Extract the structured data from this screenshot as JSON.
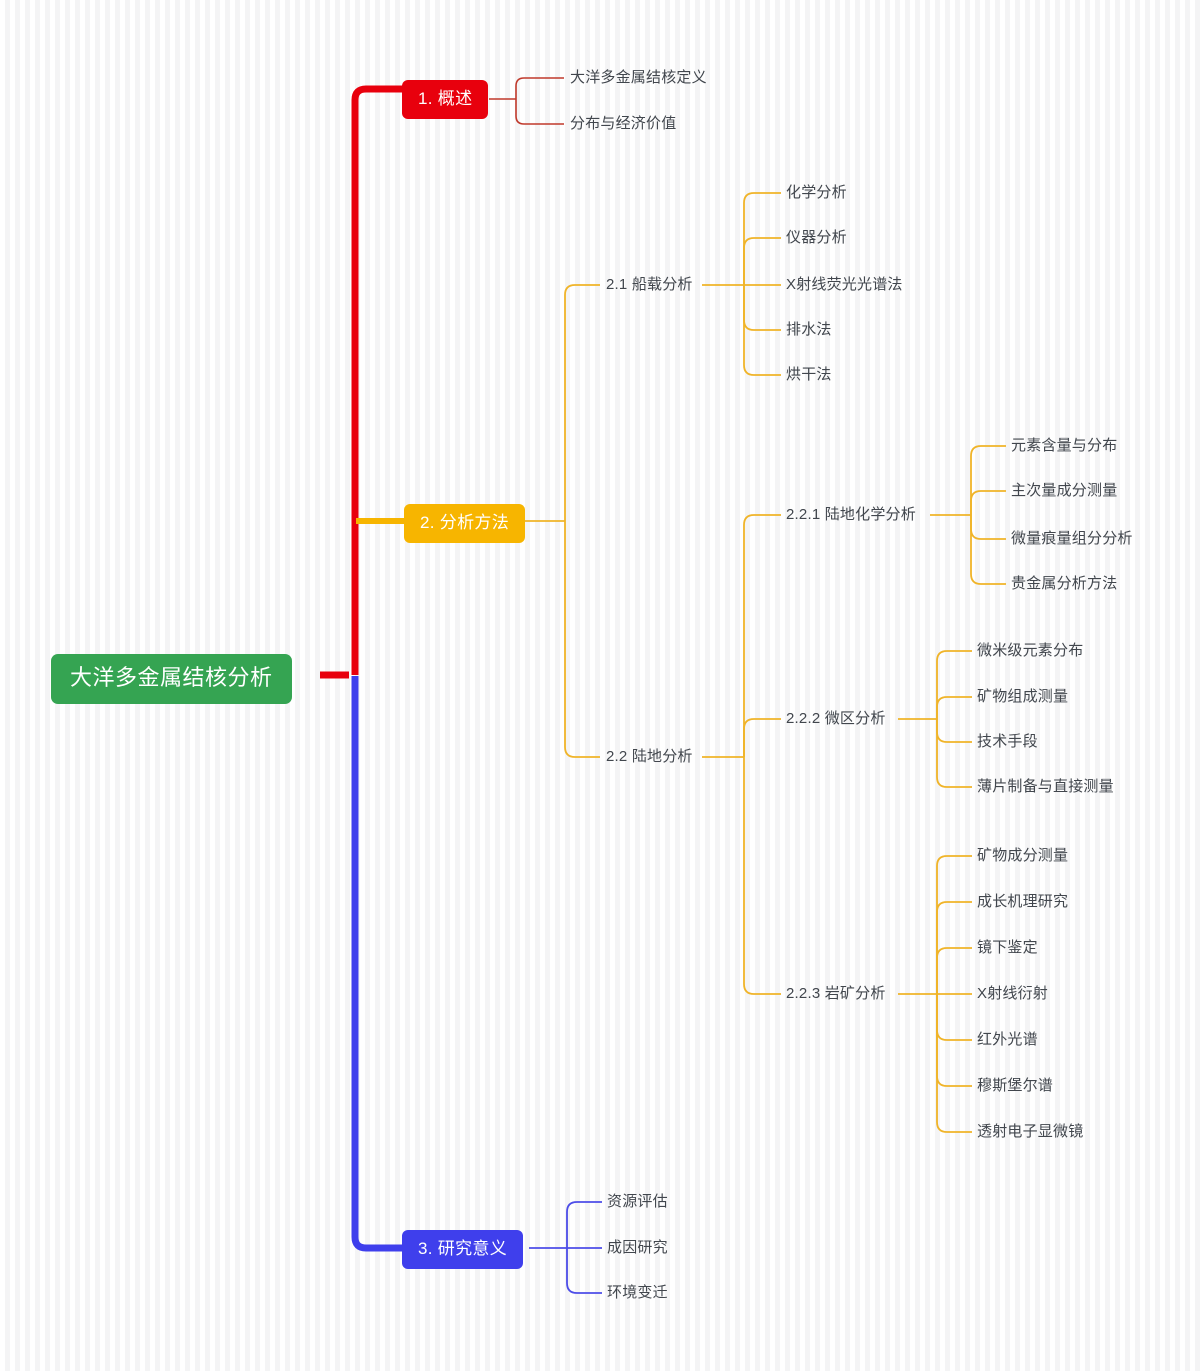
{
  "diagram": {
    "type": "mindmap",
    "root": {
      "label": "大洋多金属结核分析",
      "color": "#35a452"
    },
    "branches": [
      {
        "label": "1. 概述",
        "color": "#e8000d",
        "children": [
          {
            "label": "大洋多金属结核定义"
          },
          {
            "label": "分布与经济价值"
          }
        ]
      },
      {
        "label": "2. 分析方法",
        "color": "#f7b500",
        "children": [
          {
            "label": "2.1 船载分析",
            "children": [
              {
                "label": "化学分析"
              },
              {
                "label": "仪器分析"
              },
              {
                "label": "X射线荧光光谱法"
              },
              {
                "label": "排水法"
              },
              {
                "label": "烘干法"
              }
            ]
          },
          {
            "label": "2.2 陆地分析",
            "children": [
              {
                "label": "2.2.1 陆地化学分析",
                "children": [
                  {
                    "label": "元素含量与分布"
                  },
                  {
                    "label": "主次量成分测量"
                  },
                  {
                    "label": "微量痕量组分分析"
                  },
                  {
                    "label": "贵金属分析方法"
                  }
                ]
              },
              {
                "label": "2.2.2 微区分析",
                "children": [
                  {
                    "label": "微米级元素分布"
                  },
                  {
                    "label": "矿物组成测量"
                  },
                  {
                    "label": "技术手段"
                  },
                  {
                    "label": "薄片制备与直接测量"
                  }
                ]
              },
              {
                "label": "2.2.3 岩矿分析",
                "children": [
                  {
                    "label": "矿物成分测量"
                  },
                  {
                    "label": "成长机理研究"
                  },
                  {
                    "label": "镜下鉴定"
                  },
                  {
                    "label": "X射线衍射"
                  },
                  {
                    "label": "红外光谱"
                  },
                  {
                    "label": "穆斯堡尔谱"
                  },
                  {
                    "label": "透射电子显微镜"
                  }
                ]
              }
            ]
          }
        ]
      },
      {
        "label": "3. 研究意义",
        "color": "#3f3fec",
        "children": [
          {
            "label": "资源评估"
          },
          {
            "label": "成因研究"
          },
          {
            "label": "环境变迁"
          }
        ]
      }
    ]
  },
  "nodes": {
    "root": "大洋多金属结核分析",
    "b1": "1. 概述",
    "b1c1": "大洋多金属结核定义",
    "b1c2": "分布与经济价值",
    "b2": "2. 分析方法",
    "b2_1": "2.1 船载分析",
    "b2_1c1": "化学分析",
    "b2_1c2": "仪器分析",
    "b2_1c3": "X射线荧光光谱法",
    "b2_1c4": "排水法",
    "b2_1c5": "烘干法",
    "b2_2": "2.2 陆地分析",
    "b2_2_1": "2.2.1 陆地化学分析",
    "b2_2_1c1": "元素含量与分布",
    "b2_2_1c2": "主次量成分测量",
    "b2_2_1c3": "微量痕量组分分析",
    "b2_2_1c4": "贵金属分析方法",
    "b2_2_2": "2.2.2 微区分析",
    "b2_2_2c1": "微米级元素分布",
    "b2_2_2c2": "矿物组成测量",
    "b2_2_2c3": "技术手段",
    "b2_2_2c4": "薄片制备与直接测量",
    "b2_2_3": "2.2.3 岩矿分析",
    "b2_2_3c1": "矿物成分测量",
    "b2_2_3c2": "成长机理研究",
    "b2_2_3c3": "镜下鉴定",
    "b2_2_3c4": "X射线衍射",
    "b2_2_3c5": "红外光谱",
    "b2_2_3c6": "穆斯堡尔谱",
    "b2_2_3c7": "透射电子显微镜",
    "b3": "3. 研究意义",
    "b3c1": "资源评估",
    "b3c2": "成因研究",
    "b3c3": "环境变迁"
  },
  "colors": {
    "root": "#35a452",
    "branch1": "#e8000d",
    "branch2": "#f7b500",
    "branch3": "#3f3fec",
    "text": "#41464d",
    "background": "#fafafa"
  }
}
